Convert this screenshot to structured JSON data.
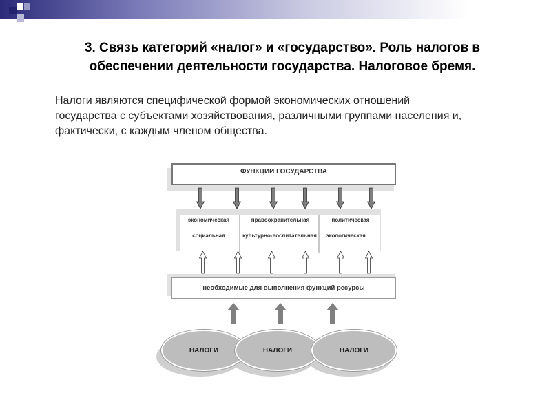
{
  "slide": {
    "title_line1": "3. Связь категорий «налог» и «государство». Роль налогов в",
    "title_line2": "обеспечении деятельности государства. Налоговое бремя.",
    "body_line1": "Налоги являются специфической формой экономических отношений",
    "body_line2": "государства с субъектами хозяйствования, различными группами населения и,",
    "body_line3": "фактически, с каждым членом общества."
  },
  "diagram": {
    "top_box": "ФУНКЦИИ ГОСУДАРСТВА",
    "functions": {
      "economic": "экономическая",
      "law": "правоохранительная",
      "political": "политическая",
      "social": "социальная",
      "cultural": "культурно-воспитательная",
      "ecological": "экологическая"
    },
    "resources_box": "необходимые для выполнения функций ресурсы",
    "taxes": [
      "НАЛОГИ",
      "НАЛОГИ",
      "НАЛОГИ"
    ]
  },
  "colors": {
    "header_dark": "#2b2b7a",
    "arrow_gray": "#808080"
  }
}
